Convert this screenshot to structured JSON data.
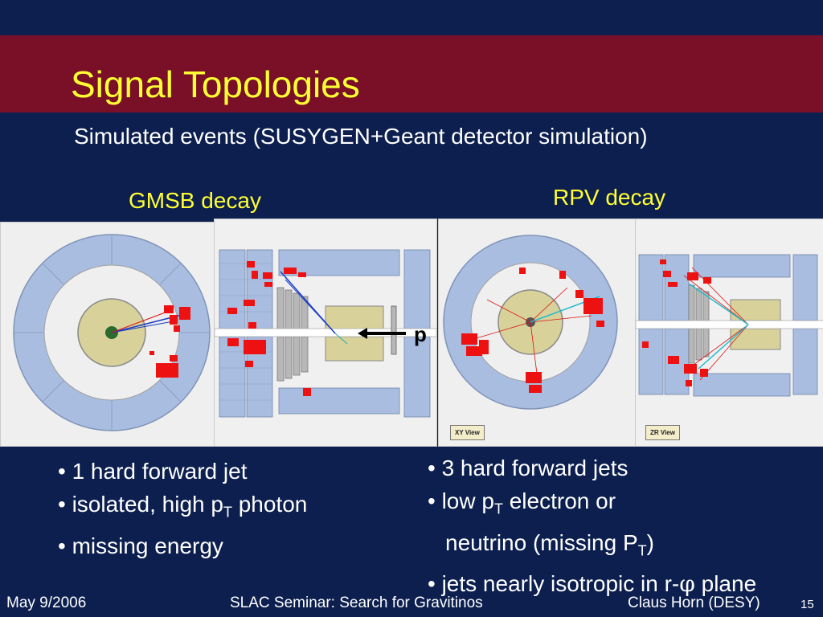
{
  "slide": {
    "title": "Signal Topologies",
    "subtitle": "Simulated events (SUSYGEN+Geant detector simulation)"
  },
  "gmsb": {
    "label": "GMSB decay",
    "arrow_label": "p",
    "bullets": [
      "• 1 hard forward jet",
      "• isolated, high p",
      "• missing energy"
    ],
    "subscript": "T",
    "bullet2_tail": " photon"
  },
  "rpv": {
    "label": "RPV decay",
    "xy_button": "XY View",
    "rz_button": "ZR View",
    "bullet1": "• 3 hard forward jets",
    "bullet2_a": "• low p",
    "bullet2_sub": "T",
    "bullet2_b": " electron or",
    "bullet3_a": "neutrino (missing P",
    "bullet3_sub": "T",
    "bullet3_b": ")",
    "bullet4_a": "• jets nearly isotropic in r-",
    "bullet4_phi": "φ",
    "bullet4_b": " plane"
  },
  "footer": {
    "date": "May 9/2006",
    "center": "SLAC Seminar: Search for Gravitinos",
    "author": "Claus Horn (DESY)",
    "page": "15"
  },
  "colors": {
    "background": "#0c1f4f",
    "band": "#7a1028",
    "title": "#ffff33",
    "calorimeter": "#a9bde0",
    "deposit": "#ee1111",
    "core": "#d8d29a"
  }
}
